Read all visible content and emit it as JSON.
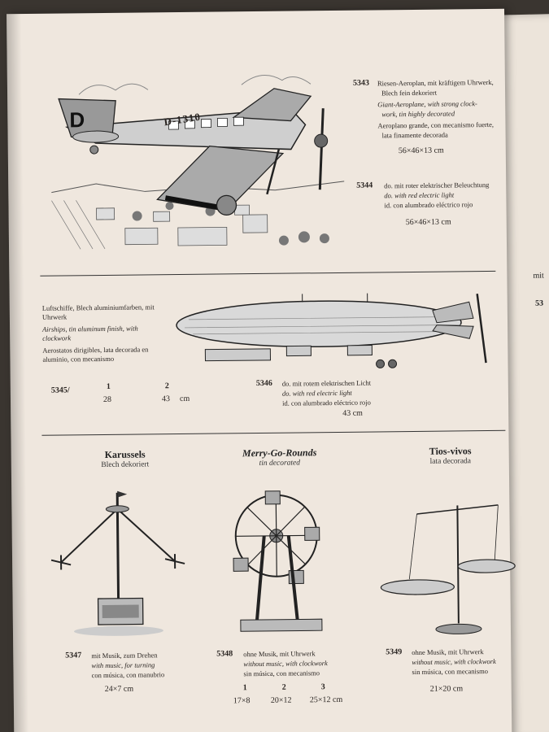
{
  "items": [
    {
      "num": "5343",
      "de": "Riesen-Aeroplan, mit kräftigem Uhrwerk,",
      "de2": "Blech fein dekoriert",
      "en": "Giant-Aeroplane, with strong clock-",
      "en2": "work, tin highly decorated",
      "es": "Aeroplano grande, con mecanismo fuerte,",
      "es2": "lata finamente decorada",
      "size": "56×46×13 cm"
    },
    {
      "num": "5344",
      "de": "do. mit roter elektrischer Beleuchtung",
      "en": "do. with red electric light",
      "es": "id. con alumbrado eléctrico rojo",
      "size": "56×46×13 cm"
    }
  ],
  "airship": {
    "de": "Luftschiffe, Blech aluminiumfarben, mit",
    "de2": "Uhrwerk",
    "en": "Airships, tin aluminum finish, with",
    "en2": "clockwork",
    "es": "Aerostatos dirigibles, lata decorada en",
    "es2": "aluminio, con mecanismo",
    "num": "5345/",
    "col1": "1",
    "col2": "2",
    "val1": "28",
    "val2": "43",
    "unit": "cm"
  },
  "airship_light": {
    "num": "5346",
    "de": "do. mit rotem elektrischen Licht",
    "en": "do. with red electric light",
    "es": "id. con alumbrado eléctrico rojo",
    "size": "43 cm"
  },
  "rides": [
    {
      "title": "Karussels",
      "sub": "Blech dekoriert"
    },
    {
      "title": "Merry-Go-Rounds",
      "sub": "tin decorated"
    },
    {
      "title": "Tios-vivos",
      "sub": "lata decorada"
    }
  ],
  "ride_items": [
    {
      "num": "5347",
      "de": "mit Musik, zum Drehen",
      "en": "with music, for turning",
      "es": "con música, con manubrio",
      "size": "24×7 cm"
    },
    {
      "num": "5348",
      "de": "ohne Musik, mit Uhrwerk",
      "en": "without music, with clockwork",
      "es": "sin música, con mecanismo",
      "c1": "1",
      "c2": "2",
      "c3": "3",
      "s1": "17×8",
      "s2": "20×12",
      "s3": "25×12 cm"
    },
    {
      "num": "5349",
      "de": "ohne Musik, mit Uhrwerk",
      "en": "without music, with clockwork",
      "es": "sin música, con mecanismo",
      "size": "21×20 cm"
    }
  ],
  "right_page": {
    "frag1": "mit",
    "frag2": "53"
  },
  "plane_marking": "D-1310"
}
